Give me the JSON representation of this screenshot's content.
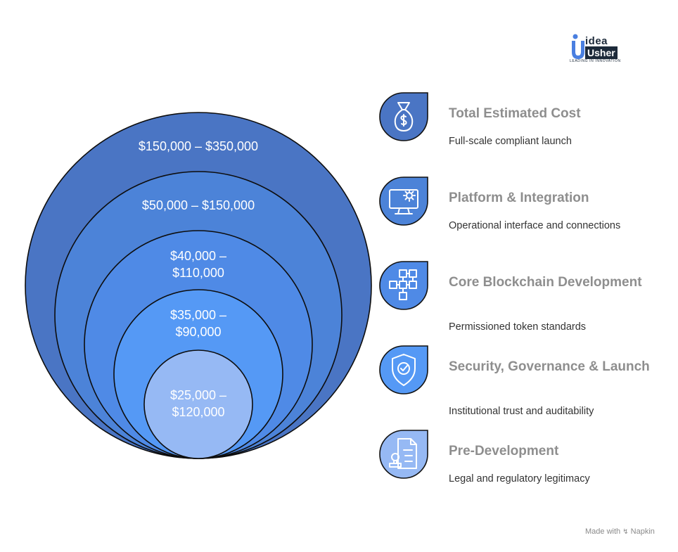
{
  "logo": {
    "line1": "idea",
    "line2": "Usher",
    "tagline": "LEADING IN INNOVATION"
  },
  "circles": [
    {
      "label_lines": [
        "$150,000 – $350,000"
      ],
      "color": "#4a75c4"
    },
    {
      "label_lines": [
        "$50,000 – $150,000"
      ],
      "color": "#4c83d8"
    },
    {
      "label_lines": [
        "$40,000 –",
        "$110,000"
      ],
      "color": "#4f8ae6"
    },
    {
      "label_lines": [
        "$35,000 –",
        "$90,000"
      ],
      "color": "#5599f5"
    },
    {
      "label_lines": [
        "$25,000 –",
        "$120,000"
      ],
      "color": "#96b9f4"
    }
  ],
  "items": [
    {
      "icon": "money-bag-icon",
      "title": "Total Estimated Cost",
      "description": "Full-scale compliant launch",
      "color": "#4a75c4"
    },
    {
      "icon": "monitor-gear-icon",
      "title": "Platform & Integration",
      "description": "Operational interface and connections",
      "color": "#4c83d8"
    },
    {
      "icon": "blockchain-network-icon",
      "title": "Core Blockchain Development",
      "description": "Permissioned token standards",
      "color": "#4f8ae6"
    },
    {
      "icon": "shield-check-icon",
      "title": "Security, Governance & Launch",
      "description": "Institutional trust and auditability",
      "color": "#5599f5"
    },
    {
      "icon": "legal-document-stamp-icon",
      "title": "Pre-Development",
      "description": "Legal and regulatory legitimacy",
      "color": "#96b9f4"
    }
  ],
  "footer": {
    "label": "Made with",
    "brand": "Napkin"
  }
}
